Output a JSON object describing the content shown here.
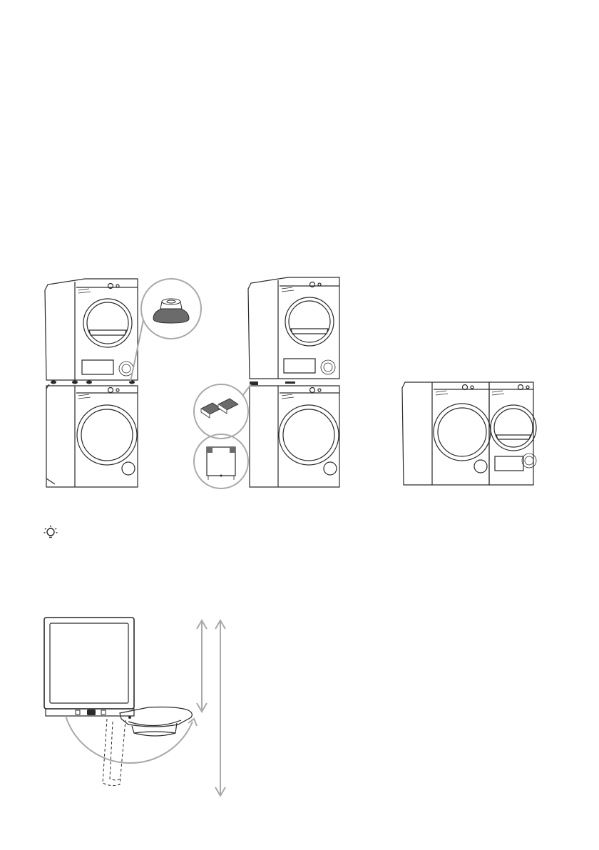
{
  "page": {
    "background": "#ffffff",
    "line_color": "#2a2a2a",
    "callout_color": "#a9a9a9",
    "fill_dark": "#6b6b6b"
  },
  "illustrations": {
    "stack_with_feet": {
      "icons": [
        "dryer-on-washer",
        "rubber-foot-icon"
      ]
    },
    "stack_with_brackets": {
      "icons": [
        "dryer-on-washer",
        "bracket-pair-icon",
        "bracket-detail-icon"
      ]
    },
    "side_by_side": {
      "icons": [
        "washer",
        "dryer"
      ]
    },
    "door_clearance": {
      "icons": [
        "top-view-appliance",
        "door-swing-arc",
        "dimension-arrow-short",
        "dimension-arrow-long"
      ]
    }
  },
  "tip": {
    "icon": "lightbulb-icon"
  }
}
